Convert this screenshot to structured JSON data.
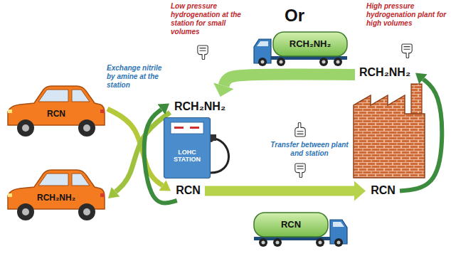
{
  "diagram": {
    "nodes": [
      {
        "text": [
          "RCN"
        ]
      },
      {
        "text": [
          "RCH₂NH₂"
        ]
      },
      {
        "text": [
          "RCH₂NH₂"
        ]
      },
      {
        "text": [
          "RCH₂NH₂"
        ]
      },
      {
        "text": [
          "LOHC STATION"
        ]
      },
      {
        "text": [
          "RCH₂NH₂"
        ]
      },
      {
        "text": [
          "RCN"
        ]
      },
      {
        "text": [
          "RCN"
        ]
      },
      {
        "text": [
          "RCN"
        ]
      }
    ],
    "edges": [
      {
        "from": 0,
        "to": 6,
        "arrow": "to"
      },
      {
        "from": 2,
        "to": 5,
        "arrow": "to"
      },
      {
        "from": 6,
        "to": 2,
        "arrow": "to"
      },
      {
        "from": 6,
        "to": 7,
        "arrow": "to"
      },
      {
        "from": 3,
        "to": 2,
        "arrow": "to"
      },
      {
        "from": 7,
        "to": 3,
        "arrow": "to"
      }
    ],
    "labels": [
      "Low pressure hydrogenation at the station for small volumes",
      "Or",
      "High pressure hydrogenation plant for high volumes",
      "Exchange nitrile by amine at the station",
      "Transfer between plant and station"
    ]
  }
}
